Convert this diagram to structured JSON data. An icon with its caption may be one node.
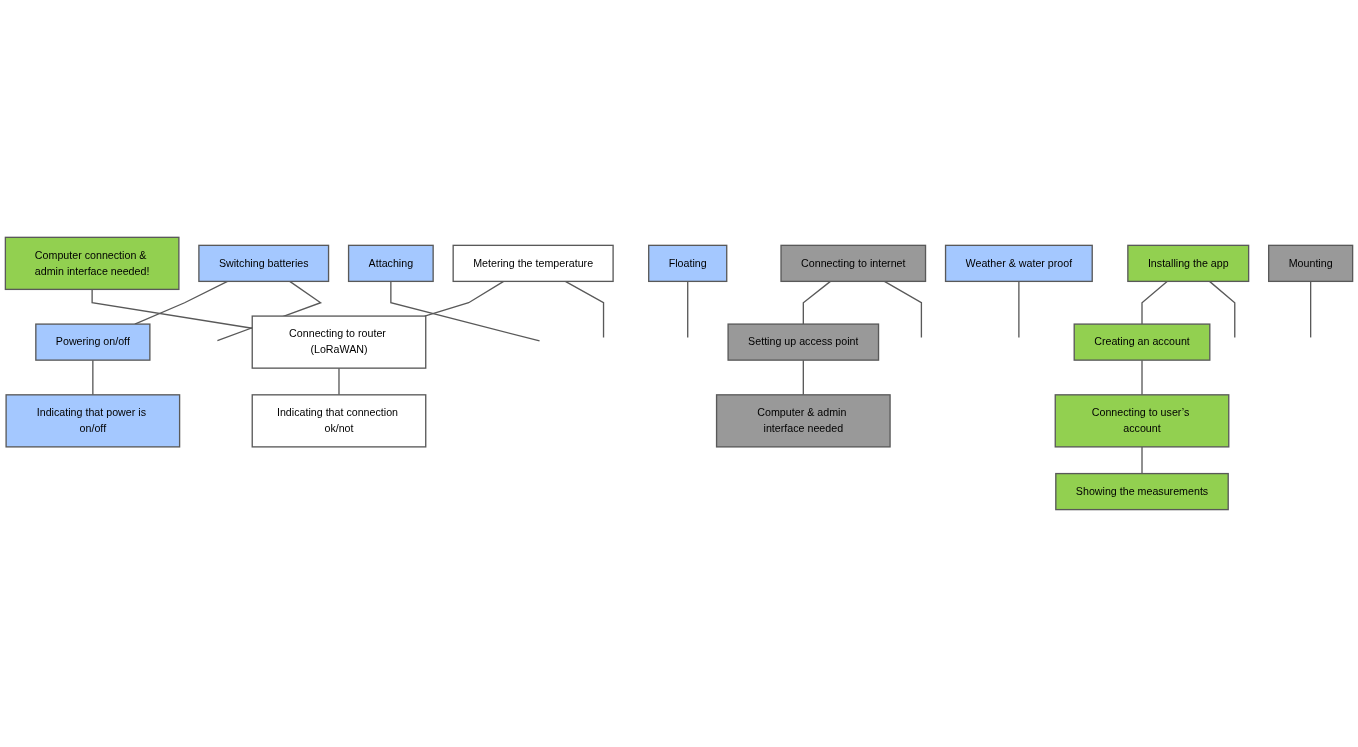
{
  "diagram": {
    "nodes": [
      {
        "text": [
          "Attaching"
        ]
      },
      {
        "text": [
          "Floating"
        ]
      },
      {
        "text": [
          "Weather & water proof"
        ]
      },
      {
        "text": [
          "Switching batteries"
        ]
      },
      {
        "text": [
          "Powering on/off"
        ]
      },
      {
        "text": [
          "Indicating that power is on/off"
        ]
      },
      {
        "text": [
          "Metering the temperature"
        ]
      },
      {
        "text": [
          "Connecting to router (LoRaWAN)"
        ]
      },
      {
        "text": [
          "Indicating that connection ok/not"
        ]
      },
      {
        "text": [
          "Computer connection & admin interface needed!"
        ]
      },
      {
        "text": [
          "Mounting"
        ]
      },
      {
        "text": [
          "Connecting to internet"
        ]
      },
      {
        "text": [
          "Setting up access point"
        ]
      },
      {
        "text": [
          "Computer & admin interface needed"
        ]
      },
      {
        "text": [
          "Installing the app"
        ]
      },
      {
        "text": [
          "Creating an account"
        ]
      },
      {
        "text": [
          "Connecting to user’s account"
        ]
      },
      {
        "text": [
          "Showing the measurements"
        ]
      }
    ],
    "edges": [
      {
        "from": 0,
        "to": null,
        "arrow": "none"
      },
      {
        "from": 1,
        "to": null,
        "arrow": "none"
      },
      {
        "from": 2,
        "to": null,
        "arrow": "none"
      },
      {
        "from": 3,
        "to": null,
        "arrow": "none"
      },
      {
        "from": 6,
        "to": null,
        "arrow": "none"
      },
      {
        "from": 3,
        "to": 4,
        "arrow": "none"
      },
      {
        "from": 4,
        "to": 5,
        "arrow": "none"
      },
      {
        "from": 6,
        "to": 7,
        "arrow": "none"
      },
      {
        "from": 7,
        "to": 8,
        "arrow": "none"
      },
      {
        "from": 9,
        "to": 7,
        "arrow": "none"
      },
      {
        "from": 10,
        "to": null,
        "arrow": "none"
      },
      {
        "from": 11,
        "to": null,
        "arrow": "none"
      },
      {
        "from": 11,
        "to": 12,
        "arrow": "none"
      },
      {
        "from": 12,
        "to": 13,
        "arrow": "none"
      },
      {
        "from": 14,
        "to": null,
        "arrow": "none"
      },
      {
        "from": 14,
        "to": 15,
        "arrow": "none"
      },
      {
        "from": 15,
        "to": 16,
        "arrow": "none"
      },
      {
        "from": 16,
        "to": 17,
        "arrow": "none"
      }
    ]
  }
}
